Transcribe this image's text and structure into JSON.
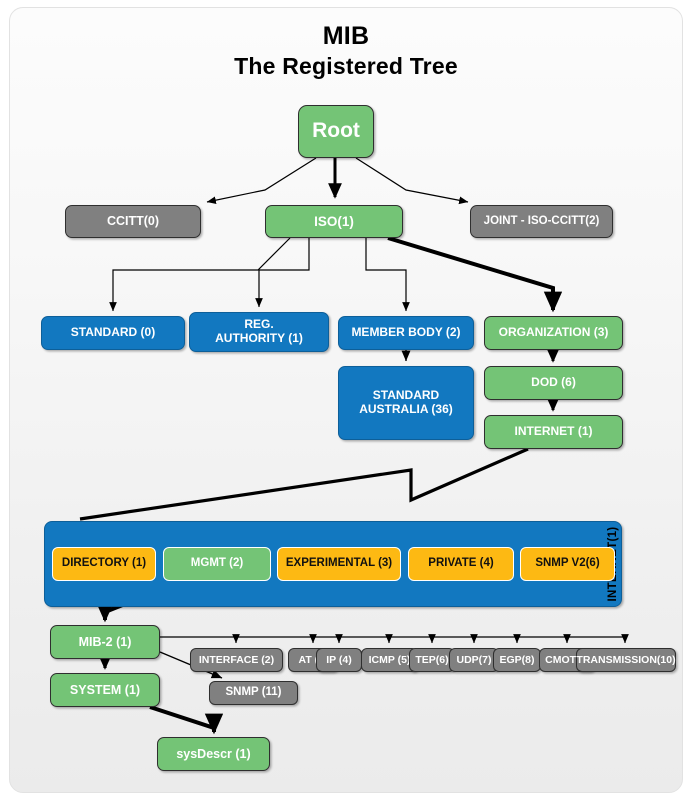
{
  "title": {
    "line1": "MIB",
    "line2": "The Registered Tree"
  },
  "colors": {
    "green": "#74c476",
    "gray": "#808080",
    "blue": "#1278c0",
    "orange": "#fdb913",
    "edge": "#000000",
    "card_background": "#f2f2f2"
  },
  "nodes": {
    "root": "Root",
    "ccitt": "CCITT(0)",
    "iso": "ISO(1)",
    "joint": "JOINT - ISO-CCITT(2)",
    "standard": "STANDARD (0)",
    "reg_authority": "REG.\nAUTHORITY (1)",
    "reg_authority_line1": "REG.",
    "reg_authority_line2": "AUTHORITY (1)",
    "member_body": "MEMBER BODY (2)",
    "organization": "ORGANIZATION (3)",
    "standard_australia_line1": "STANDARD",
    "standard_australia_line2": "AUSTRALIA (36)",
    "dod": "DOD (6)",
    "internet": "INTERNET (1)",
    "mib2": "MIB-2 (1)",
    "system": "SYSTEM (1)",
    "sysdescr": "sysDescr (1)",
    "snmp11": "SNMP (11)"
  },
  "internet_panel": {
    "side_label": "INTERNET(1)",
    "children": [
      {
        "label": "DIRECTORY (1)",
        "color": "orange"
      },
      {
        "label": "MGMT (2)",
        "color": "green"
      },
      {
        "label": "EXPERIMENTAL (3)",
        "color": "orange"
      },
      {
        "label": "PRIVATE (4)",
        "color": "orange"
      },
      {
        "label": "SNMP V2(6)",
        "color": "orange"
      }
    ]
  },
  "mib2_children": [
    {
      "label": "INTERFACE (2)"
    },
    {
      "label": "AT (3)"
    },
    {
      "label": "IP (4)"
    },
    {
      "label": "ICMP (5)"
    },
    {
      "label": "TEP(6)"
    },
    {
      "label": "UDP(7)"
    },
    {
      "label": "EGP(8)"
    },
    {
      "label": "CMOT(9)"
    },
    {
      "label": "TRANSMISSION(10)"
    }
  ]
}
